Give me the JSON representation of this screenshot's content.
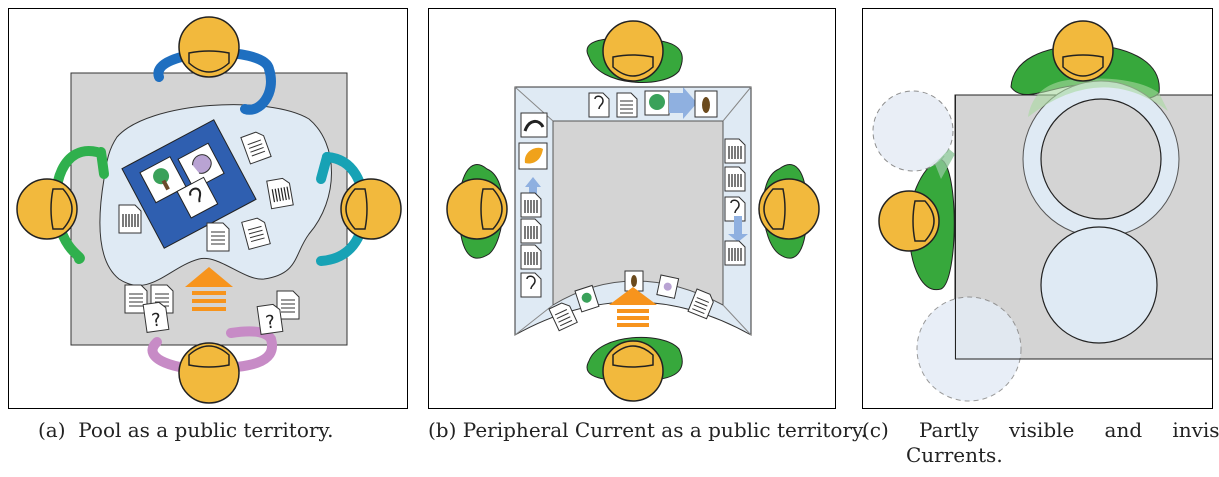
{
  "figure": {
    "panels": [
      {
        "id": "a",
        "label": "(a)",
        "caption": "Pool as a public territory."
      },
      {
        "id": "b",
        "label": "(b)",
        "caption": "Peripheral Current as a public territory."
      },
      {
        "id": "c",
        "label": "(c)",
        "caption": "Partly visible and invisible Currents."
      }
    ]
  },
  "colors": {
    "table": "#d4d4d4",
    "pool": "#dfeaf4",
    "head": "#f2b93d",
    "arm_blue": "#1f6fc0",
    "arm_green": "#2fb04d",
    "arm_teal": "#17a2b5",
    "arm_pink": "#c78bc6",
    "shoulders": "#37a83c",
    "arrow_orange": "#f7941d",
    "arrow_blue": "#8fb0e0"
  },
  "icons": [
    "person-head-icon",
    "document-icon",
    "barcode-document-icon",
    "question-document-icon",
    "photo-card-icon",
    "tree-icon",
    "insect-icon",
    "leaf-icon",
    "orange-up-arrow-icon",
    "blue-arrow-icon"
  ]
}
